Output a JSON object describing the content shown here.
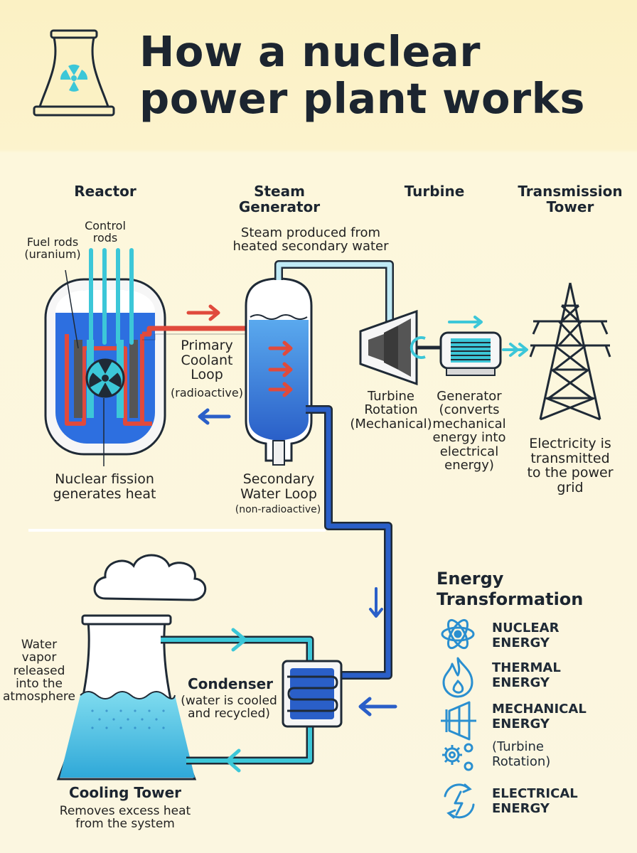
{
  "title": "How a nuclear\npower plant works",
  "sections": {
    "reactor": "Reactor",
    "steam_generator": "Steam\nGenerator",
    "turbine": "Turbine",
    "transmission_tower": "Transmission\nTower"
  },
  "labels": {
    "control_rods": "Control\nrods",
    "fuel_rods": "Fuel rods\n(uranium)",
    "steam_produced": "Steam produced from\nheated secondary water",
    "primary_loop": "Primary\nCoolant\nLoop",
    "primary_loop_note": "(radioactive)",
    "fission": "Nuclear fission\ngenerates heat",
    "secondary_loop": "Secondary\nWater Loop",
    "secondary_loop_note": "(non-radioactive)",
    "turbine_rotation": "Turbine\nRotation\n(Mechanical)",
    "generator": "Generator\n(converts\nmechanical\nenergy into\nelectrical\nenergy)",
    "electricity": "Electricity is\ntransmitted\nto the power\ngrid",
    "water_vapor": "Water\nvapor\nreleased\ninto the\natmosphere",
    "condenser_title": "Condenser",
    "condenser_note": "(water is cooled\nand recycled)",
    "cooling_tower_title": "Cooling Tower",
    "cooling_tower_note": "Removes excess heat\nfrom the system"
  },
  "energy_transformation": {
    "title": "Energy\nTransformation",
    "items": [
      {
        "icon": "atom-icon",
        "text": "NUCLEAR\nENERGY",
        "bold": true
      },
      {
        "icon": "flame-icon",
        "text": "THERMAL\nENERGY",
        "bold": true
      },
      {
        "icon": "turbine-icon",
        "text": "MECHANICAL\nENERGY",
        "bold": true
      },
      {
        "icon": "gears-icon",
        "text": "(Turbine\nRotation)",
        "bold": false
      },
      {
        "icon": "electric-cycle-icon",
        "text": "ELECTRICAL\nENERGY",
        "bold": true
      }
    ]
  },
  "colors": {
    "primary_loop": "#e04a3c",
    "secondary_loop": "#2a5fc8",
    "cooling_loop": "#3cc7d8",
    "reactor_core": "#2d6fe0",
    "outline": "#1f2a36"
  }
}
